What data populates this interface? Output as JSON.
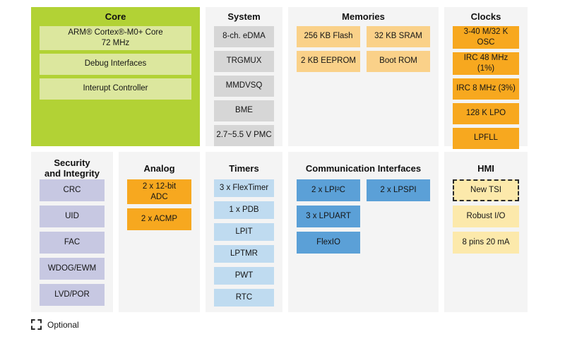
{
  "colors": {
    "core_panel_green": "#b2d235",
    "core_block_light_green": "#dce79e",
    "panel_background_gray": "#f4f4f4",
    "system_block_gray": "#d6d6d6",
    "memories_block_tan": "#fad189",
    "clocks_analog_block_orange": "#f7a81f",
    "security_block_lavender": "#c7c8e2",
    "timers_block_light_blue": "#bfdbf0",
    "comm_block_blue": "#5ba0d7",
    "hmi_block_light_yellow": "#fce9ab",
    "text": "#151515"
  },
  "panels": {
    "core": {
      "title": "Core",
      "items": [
        {
          "label": "ARM® Cortex®-M0+ Core\n72 MHz"
        },
        {
          "label": "Debug Interfaces"
        },
        {
          "label": "Interupt Controller"
        }
      ]
    },
    "system": {
      "title": "System",
      "items": [
        {
          "label": "8-ch. eDMA"
        },
        {
          "label": "TRGMUX"
        },
        {
          "label": "MMDVSQ"
        },
        {
          "label": "BME"
        },
        {
          "label": "2.7~5.5 V PMC"
        }
      ]
    },
    "memories": {
      "title": "Memories",
      "items": [
        {
          "label": "256 KB Flash"
        },
        {
          "label": "32 KB SRAM"
        },
        {
          "label": "2 KB EEPROM"
        },
        {
          "label": "Boot ROM"
        }
      ]
    },
    "clocks": {
      "title": "Clocks",
      "items": [
        {
          "label": "3-40 M/32 K OSC"
        },
        {
          "label": "IRC 48 MHz (1%)"
        },
        {
          "label": "IRC 8 MHz (3%)"
        },
        {
          "label": "128 K LPO"
        },
        {
          "label": "LPFLL"
        }
      ]
    },
    "security": {
      "title": "Security\nand Integrity",
      "items": [
        {
          "label": "CRC"
        },
        {
          "label": "UID"
        },
        {
          "label": "FAC"
        },
        {
          "label": "WDOG/EWM"
        },
        {
          "label": "LVD/POR"
        }
      ]
    },
    "analog": {
      "title": "Analog",
      "items": [
        {
          "label": "2 x 12-bit\nADC"
        },
        {
          "label": "2 x ACMP"
        }
      ]
    },
    "timers": {
      "title": "Timers",
      "items": [
        {
          "label": "3 x FlexTimer"
        },
        {
          "label": "1 x PDB"
        },
        {
          "label": "LPIT"
        },
        {
          "label": "LPTMR"
        },
        {
          "label": "PWT"
        },
        {
          "label": "RTC"
        }
      ]
    },
    "comm": {
      "title": "Communication Interfaces",
      "items": [
        {
          "label": "2 x LPI²C"
        },
        {
          "label": "2 x LPSPI"
        },
        {
          "label": "3 x LPUART"
        },
        {
          "label": "FlexIO"
        }
      ]
    },
    "hmi": {
      "title": "HMI",
      "items": [
        {
          "label": "New TSI",
          "optional": true
        },
        {
          "label": "Robust I/O"
        },
        {
          "label": "8 pins 20 mA"
        }
      ]
    }
  },
  "legend": {
    "label": "Optional"
  }
}
